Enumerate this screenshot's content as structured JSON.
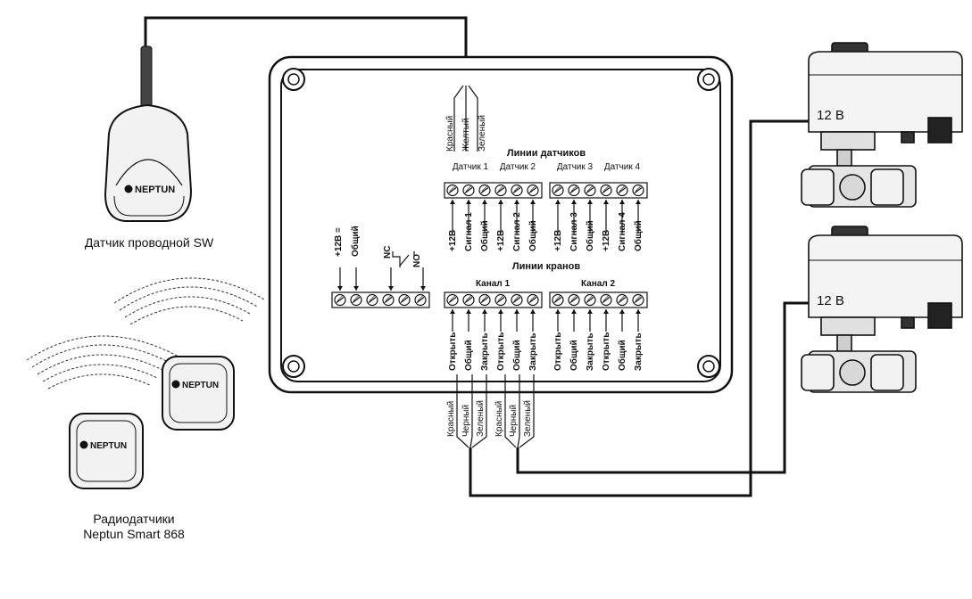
{
  "sensor_lines": {
    "title": "Линии датчиков",
    "groups": [
      "Датчик 1",
      "Датчик 2",
      "Датчик 3",
      "Датчик 4"
    ],
    "terminal_labels": [
      "+12B",
      "Сигнал 1",
      "Общий",
      "+12B",
      "Сигнал 2",
      "Общий",
      "+12B",
      "Сигнал 3",
      "Общий",
      "+12B",
      "Сигнал 4",
      "Общий"
    ]
  },
  "sensor_cable": {
    "wires": [
      "Красный",
      "Желтый",
      "Зеленый"
    ]
  },
  "valve_lines": {
    "title": "Линии кранов",
    "groups": [
      "Канал 1",
      "Канал 2"
    ],
    "terminal_labels": [
      "Открыть",
      "Общий",
      "Закрыть",
      "Открыть",
      "Общий",
      "Закрыть",
      "Открыть",
      "Общий",
      "Закрыть",
      "Открыть",
      "Общий",
      "Закрыть"
    ]
  },
  "valve_cable": {
    "wires": [
      "Красный",
      "Черный",
      "Зеленый",
      "Красный",
      "Черный",
      "Зеленый"
    ]
  },
  "power_block": {
    "terminal_labels": [
      "+12В =",
      "Общий"
    ],
    "relay_labels": [
      "NC",
      "NO"
    ]
  },
  "valves": [
    {
      "voltage": "12 В"
    },
    {
      "voltage": "12 В"
    }
  ],
  "wired_sensor": {
    "brand": "NEPTUN",
    "caption": "Датчик проводной SW"
  },
  "radio_sensors": {
    "brands": [
      "NEPTUN",
      "NEPTUN"
    ],
    "caption_line1": "Радиодатчики",
    "caption_line2": "Neptun Smart 868"
  }
}
